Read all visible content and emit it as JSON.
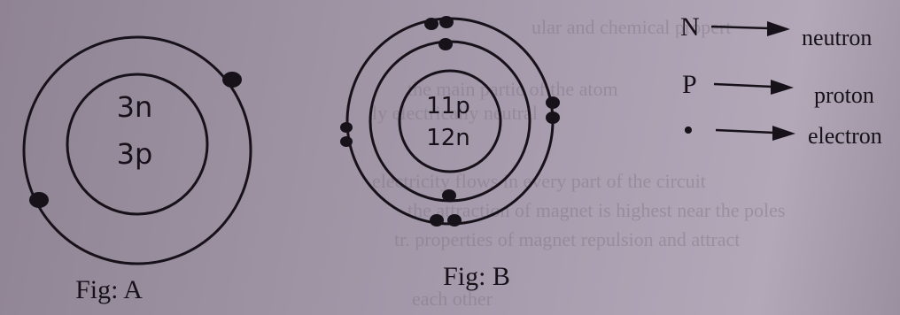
{
  "fig_a": {
    "caption": "Fig: A",
    "nucleus_line1": "3n",
    "nucleus_line2": "3p"
  },
  "fig_b": {
    "caption": "Fig: B",
    "nucleus_line1": "11p",
    "nucleus_line2": "12n"
  },
  "legend": [
    {
      "symbol": "N",
      "label": "neutron"
    },
    {
      "symbol": "P",
      "label": "proton"
    },
    {
      "symbol": "•",
      "label": "electron"
    }
  ],
  "colors": {
    "ink": "#17121a",
    "paper": "#a79dae"
  }
}
